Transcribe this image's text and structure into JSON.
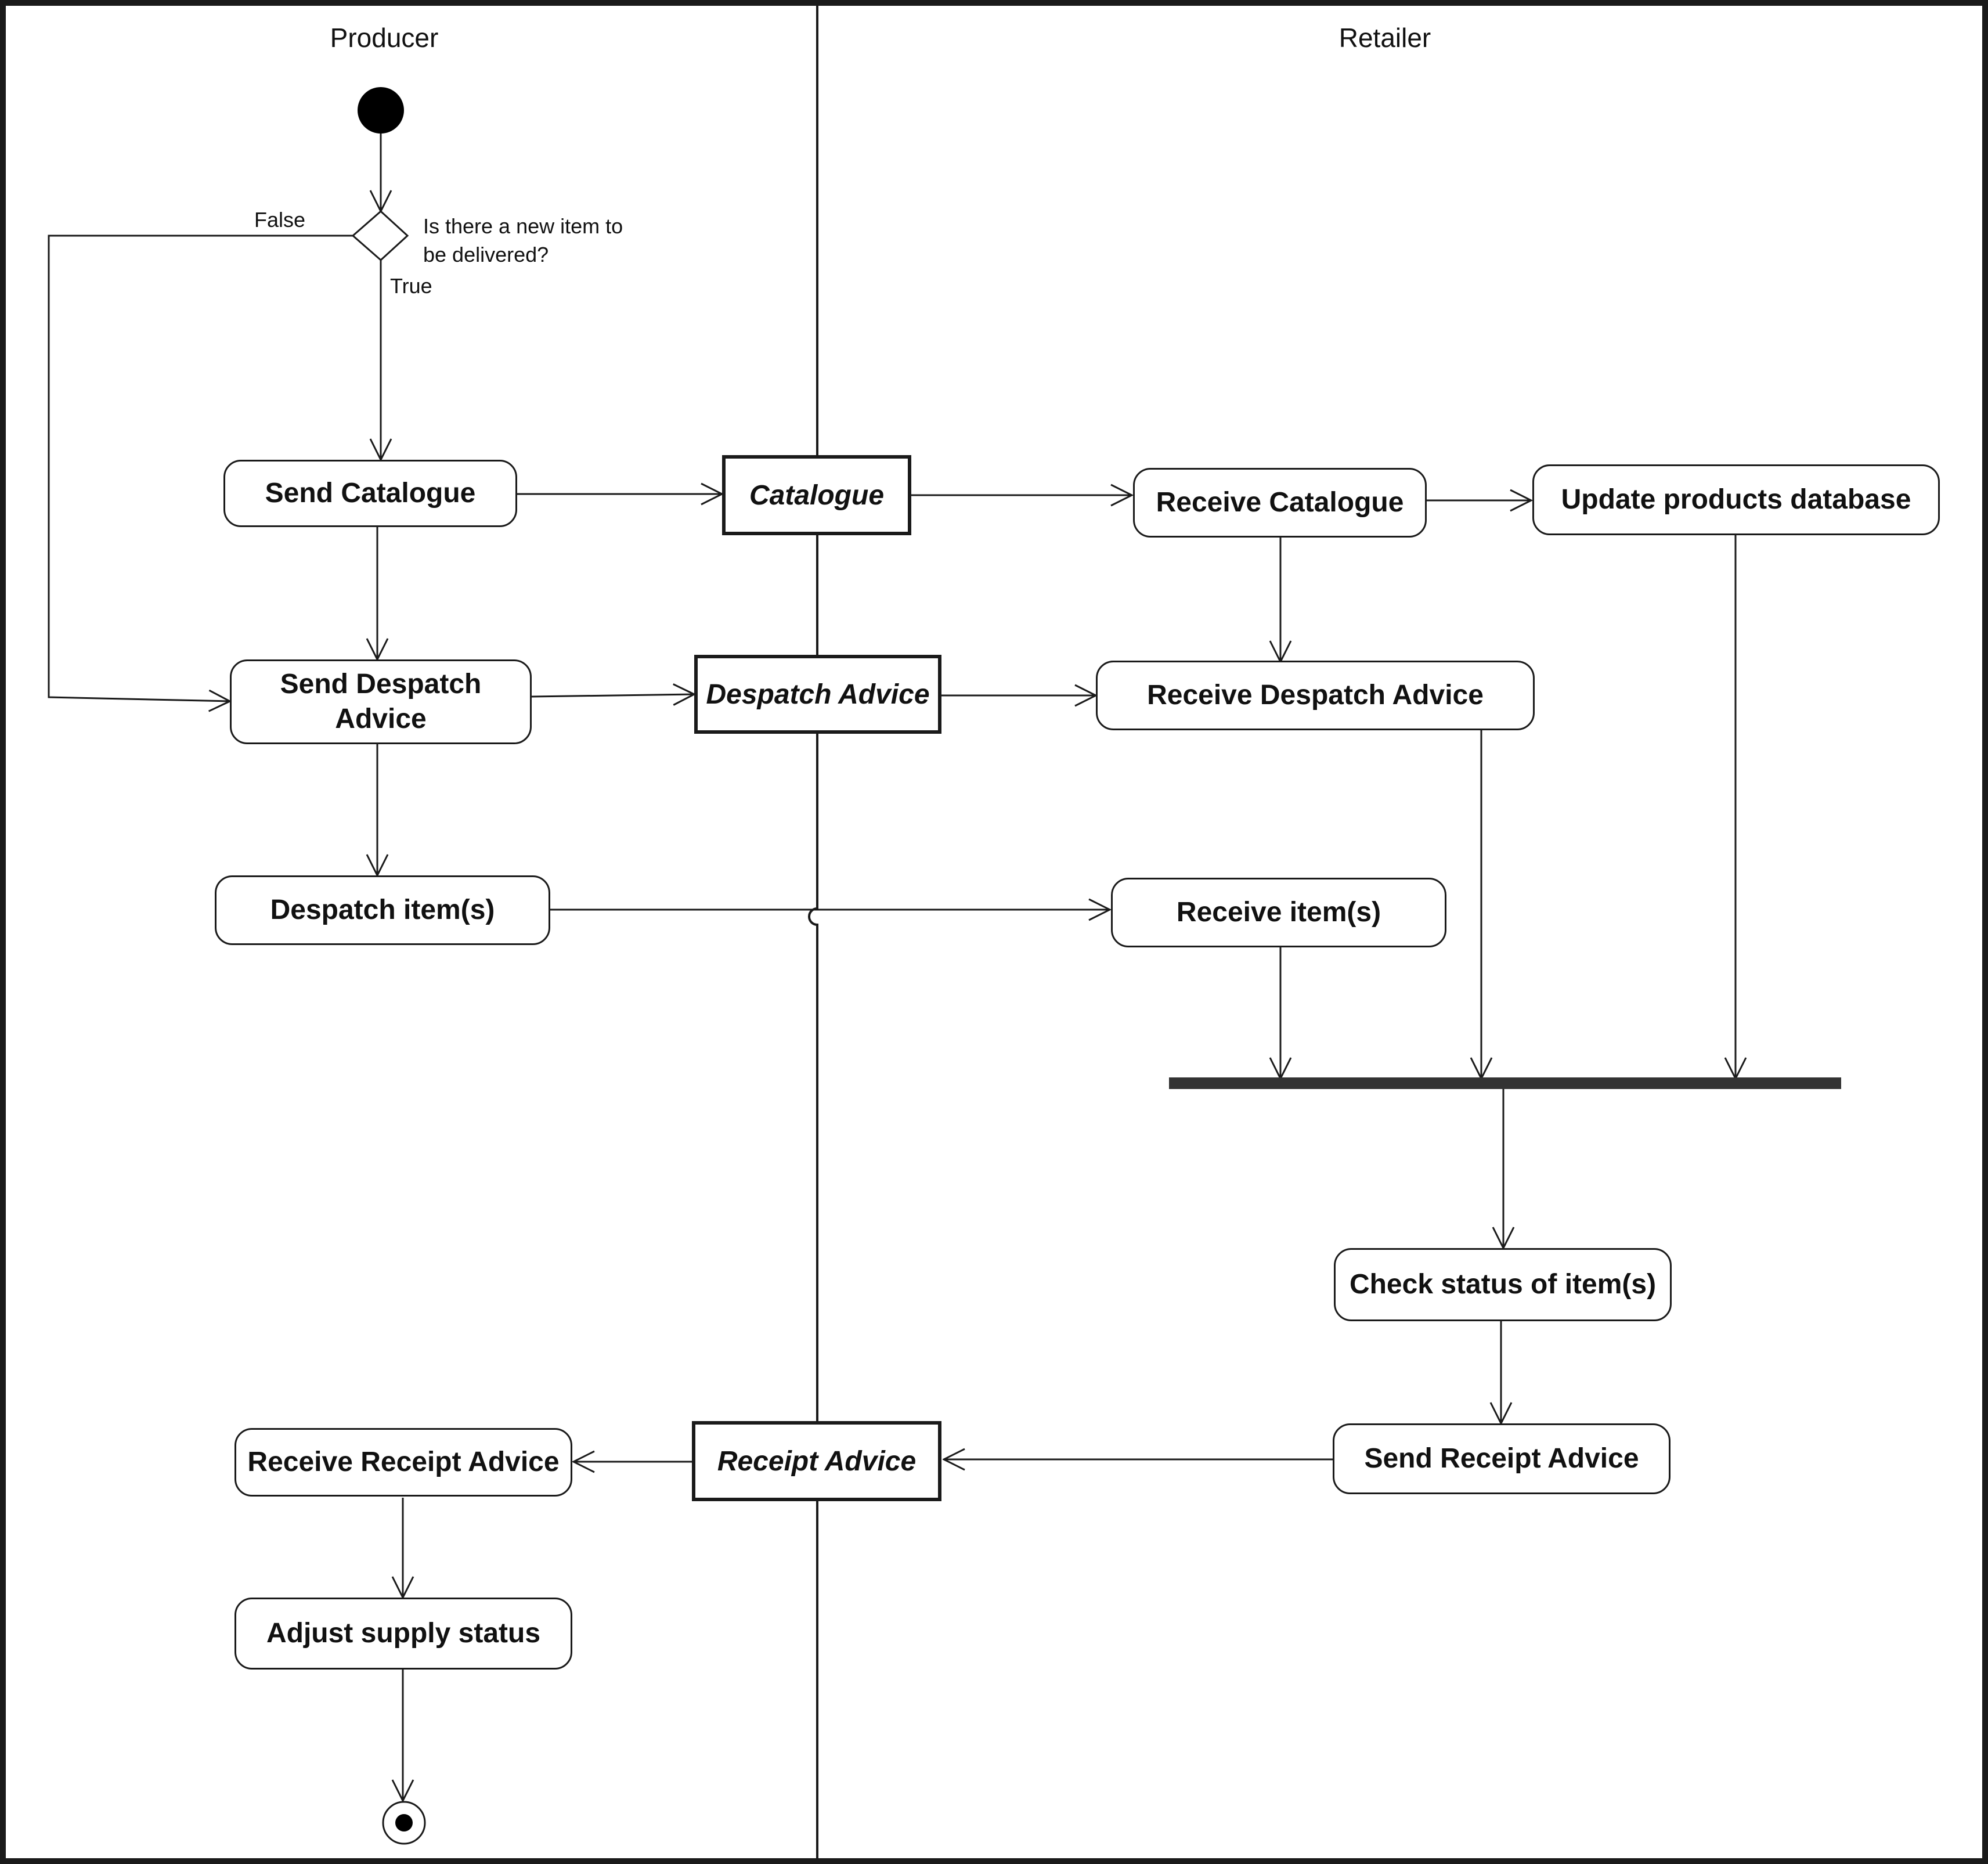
{
  "lanes": {
    "producer": "Producer",
    "retailer": "Retailer"
  },
  "decision": {
    "question_line1": "Is there a new item to",
    "question_line2": "be delivered?",
    "false_label": "False",
    "true_label": "True"
  },
  "actions": {
    "send_catalogue": "Send Catalogue",
    "send_despatch_advice_line1": "Send Despatch",
    "send_despatch_advice_line2": "Advice",
    "despatch_items": "Despatch item(s)",
    "receive_receipt_advice": "Receive Receipt Advice",
    "adjust_supply_status": "Adjust supply status",
    "receive_catalogue": "Receive Catalogue",
    "update_products_database": "Update products database",
    "receive_despatch_advice": "Receive Despatch Advice",
    "receive_items": "Receive item(s)",
    "check_status_of_items": "Check status of item(s)",
    "send_receipt_advice": "Send Receipt Advice"
  },
  "objects": {
    "catalogue": "Catalogue",
    "despatch_advice": "Despatch Advice",
    "receipt_advice": "Receipt Advice"
  },
  "colors": {
    "line": "#1a1a1a",
    "background": "#ffffff"
  }
}
